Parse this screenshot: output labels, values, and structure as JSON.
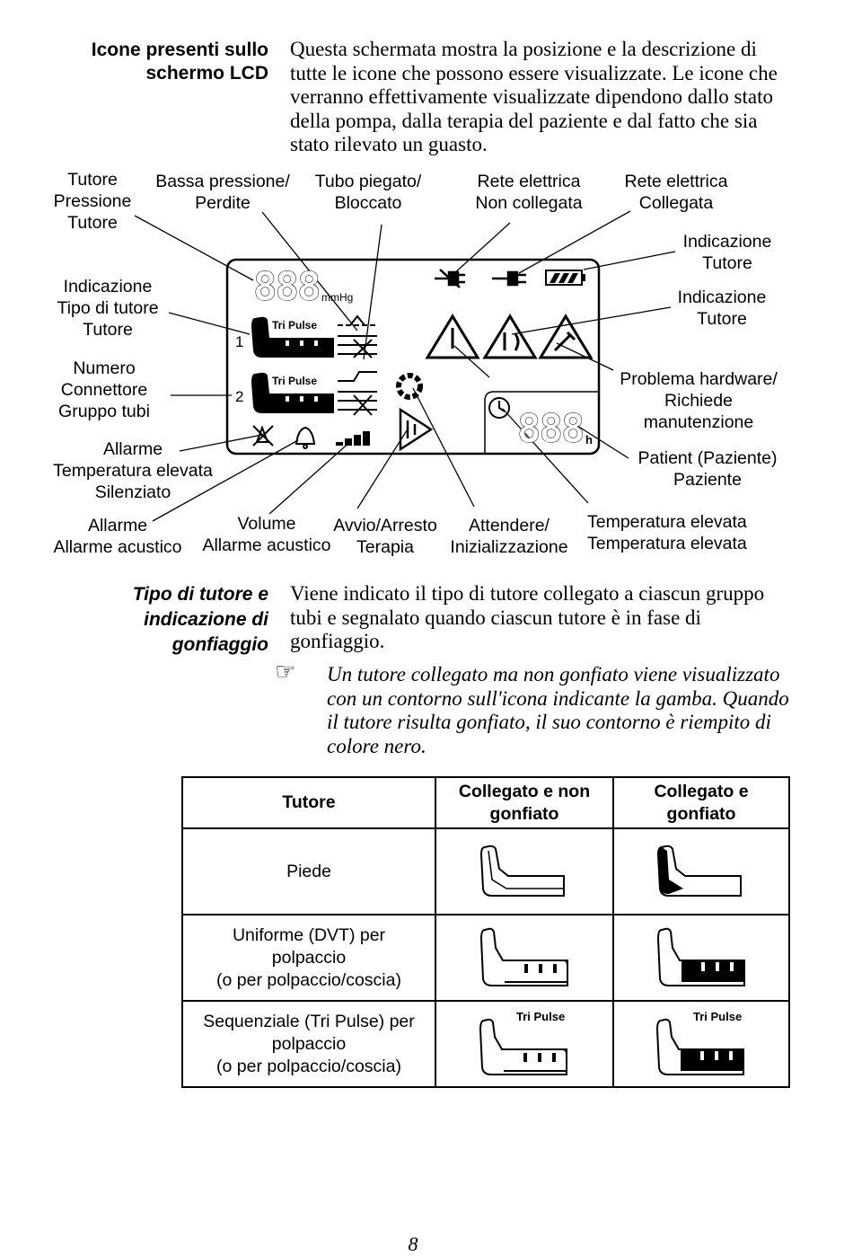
{
  "section1": {
    "heading": [
      "Icone presenti sullo",
      "schermo LCD"
    ],
    "intro": "Questa schermata mostra la posizione e la descrizione di tutte le icone che possono essere visualizzate. Le icone che verranno effettivamente visualizzate dipendono dallo stato della pompa, dalla terapia del paziente e dal fatto che sia stato rilevato un guasto."
  },
  "diagram": {
    "labels": {
      "tutore_pressione": [
        "Tutore",
        "Pressione",
        "Tutore"
      ],
      "bassa_pressione": [
        "Bassa pressione/",
        "Perdite"
      ],
      "tubo_piegato": [
        "Tubo piegato/",
        "Bloccato"
      ],
      "rete_non_collegata": [
        "Rete elettrica",
        "Non collegata"
      ],
      "rete_collegata": [
        "Rete elettrica",
        "Collegata"
      ],
      "indicazione_tutore_1": [
        "Indicazione",
        "Tutore"
      ],
      "indicazione_tutore_2": [
        "Indicazione",
        "Tutore"
      ],
      "tipo_tutore": [
        "Indicazione",
        "Tipo di tutore",
        "Tutore"
      ],
      "numero_connettore": [
        "Numero",
        "Connettore",
        "Gruppo tubi"
      ],
      "problema_hw": [
        "Problema hardware/",
        "Richiede",
        "manutenzione"
      ],
      "allarme_temp": [
        "Allarme",
        "Temperatura elevata",
        "Silenziato"
      ],
      "patient": [
        "Patient (Paziente)",
        "Paziente"
      ],
      "allarme_acustico": [
        "Allarme",
        "Allarme acustico"
      ],
      "volume": [
        "Volume",
        "Allarme acustico"
      ],
      "avvio": [
        "Avvio/Arresto",
        "Terapia"
      ],
      "attendere": [
        "Attendere/",
        "Inizializzazione"
      ],
      "temperatura": [
        "Temperatura elevata",
        "Temperatura elevata"
      ]
    },
    "lcd": {
      "pressure_digits": "888",
      "pressure_unit": "mmHg",
      "time_digits": "888",
      "time_unit": "h",
      "garment_type": "Tri Pulse",
      "connector_1": "1",
      "connector_2": "2"
    }
  },
  "section2": {
    "heading": [
      "Tipo di tutore e",
      "indicazione di",
      "gonfiaggio"
    ],
    "body": "Viene indicato il tipo di tutore collegato a ciascun gruppo tubi e segnalato quando ciascun tutore è in fase di gonfiaggio.",
    "note_icon": "pointing-hand-icon",
    "note_symbol": "☞",
    "note": "Un tutore collegato ma non gonfiato viene visualizzato con un contorno sull'icona indicante la gamba. Quando il tutore risulta gonfiato, il suo contorno è riempito di colore nero."
  },
  "table": {
    "headers": [
      "Tutore",
      "Collegato e non gonfiato",
      "Collegato e gonfiato"
    ],
    "rows": [
      {
        "label": "Piede",
        "tag": ""
      },
      {
        "label_lines": [
          "Uniforme (DVT) per",
          "polpaccio",
          "(o per polpaccio/coscia)"
        ],
        "tag": ""
      },
      {
        "label_lines": [
          "Sequenziale (Tri Pulse) per",
          "polpaccio",
          "(o per polpaccio/coscia)"
        ],
        "tag": "Tri Pulse"
      }
    ]
  },
  "page_number": "8"
}
